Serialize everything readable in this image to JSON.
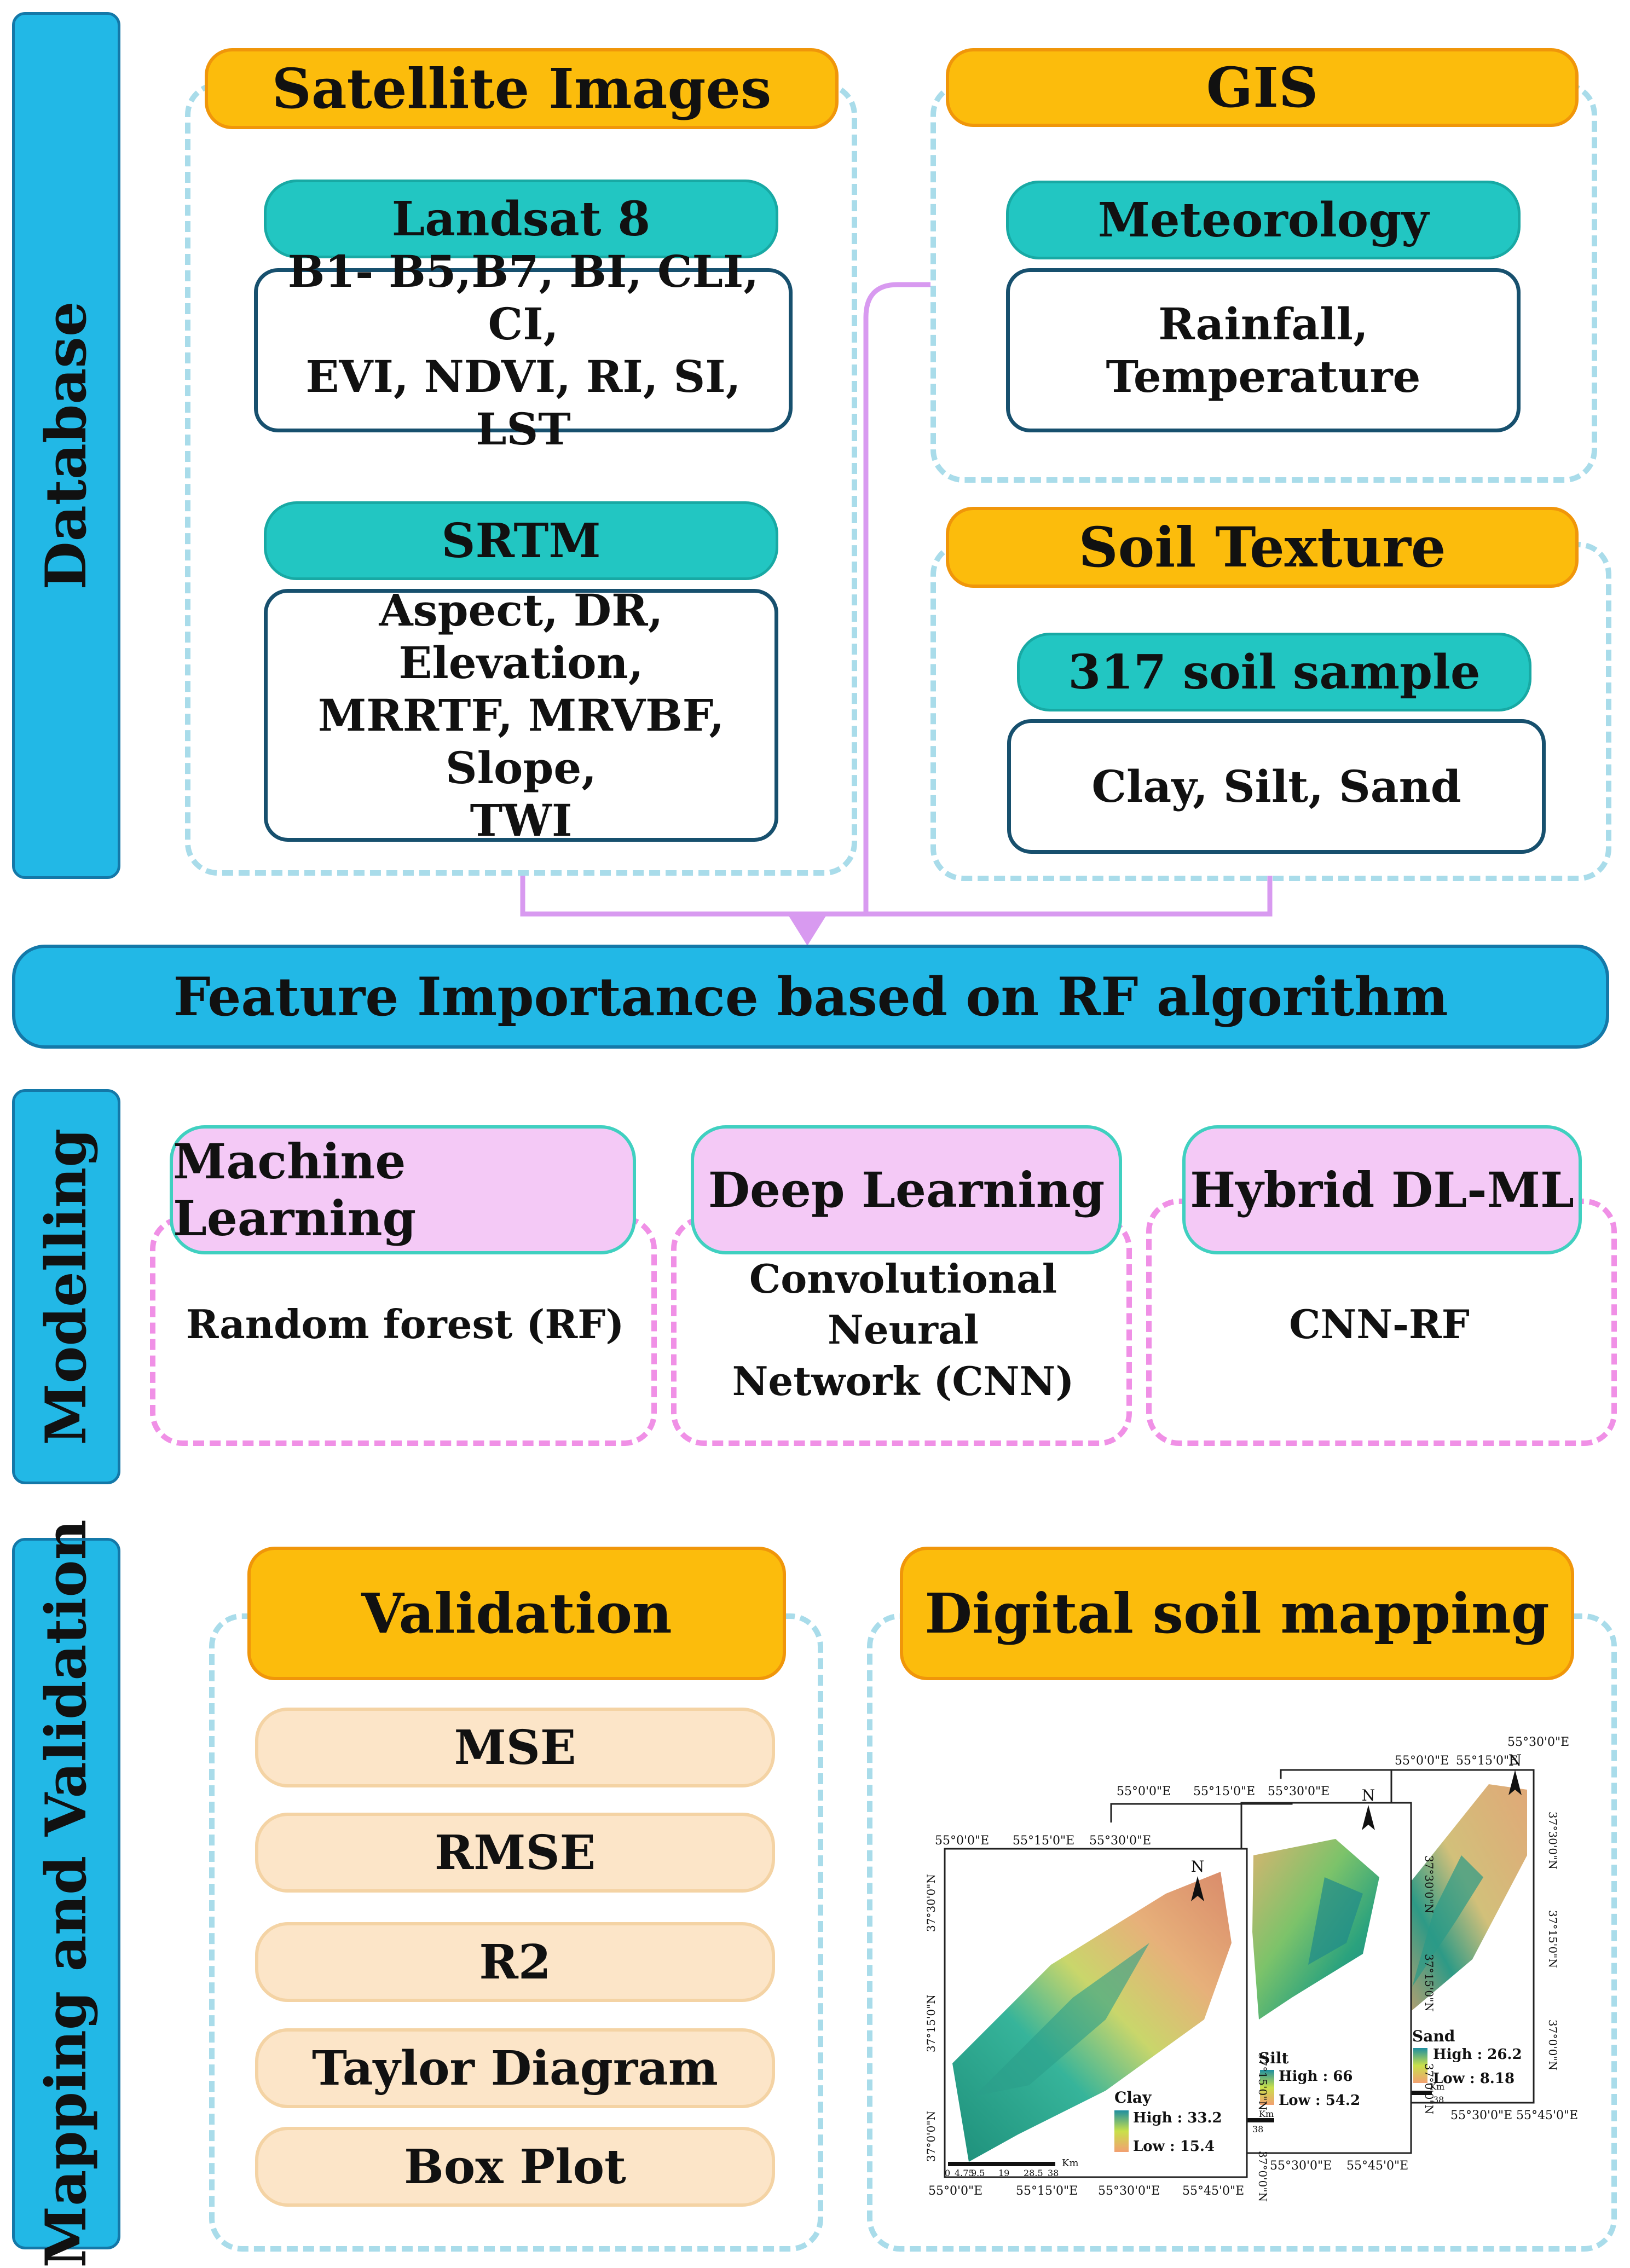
{
  "sidebar": {
    "database": "Database",
    "modelling": "Modelling",
    "mapping": "Mapping and Validation"
  },
  "database": {
    "satellite": {
      "title": "Satellite Images",
      "landsat": {
        "title": "Landsat 8",
        "lines": [
          "B1- B5,B7, BI, CLI, CI,",
          "EVI, NDVI, RI, SI, LST"
        ]
      },
      "srtm": {
        "title": "SRTM",
        "lines": [
          "Aspect, DR, Elevation,",
          "MRRTF, MRVBF, Slope,",
          "TWI"
        ]
      }
    },
    "gis": {
      "title": "GIS",
      "meteorology": {
        "title": "Meteorology",
        "text": "Rainfall, Temperature"
      }
    },
    "soil": {
      "title": "Soil Texture",
      "samples": {
        "title": "317 soil sample",
        "text": "Clay, Silt, Sand"
      }
    }
  },
  "feature_importance": "Feature Importance based on RF algorithm",
  "modelling": [
    {
      "title": "Machine Learning",
      "lines": [
        "Random forest (RF)"
      ]
    },
    {
      "title": "Deep Learning",
      "lines": [
        "Convolutional Neural",
        "Network (CNN)"
      ]
    },
    {
      "title": "Hybrid DL-ML",
      "lines": [
        "CNN-RF"
      ]
    }
  ],
  "validation": {
    "title": "Validation",
    "metrics": [
      "MSE",
      "RMSE",
      "R2",
      "Taylor Diagram",
      "Box Plot"
    ]
  },
  "mapping": {
    "title": "Digital soil mapping",
    "maps": [
      {
        "name": "Clay",
        "high": "High : 33.2",
        "low": "Low : 15.4",
        "top_ticks": [
          "55°0'0\"E",
          "55°15'0\"E",
          "55°30'0\"E"
        ],
        "bottom_ticks": [
          "55°0'0\"E",
          "55°15'0\"E",
          "55°30'0\"E",
          "55°45'0\"E"
        ],
        "left_ticks": [
          "37°30'0\"N",
          "37°15'0\"N",
          "37°0'0\"N"
        ],
        "right_ticks": [
          "37°15'0\"N",
          "37°0'0\"N"
        ],
        "scale": [
          "0",
          "4.75",
          "9.5",
          "19",
          "28.5",
          "38"
        ],
        "unit": "Km"
      },
      {
        "name": "Silt",
        "high": "High : 66",
        "low": "Low : 54.2",
        "top_ticks": [
          "55°0'0\"E",
          "55°15'0\"E",
          "55°30'0\"E"
        ],
        "bottom_ticks": [
          "55°30'0\"E",
          "55°45'0\"E"
        ],
        "right_ticks": [
          "37°30'0\"N",
          "37°15'0\"N",
          "37°0'0\"N"
        ],
        "scale": [
          "38"
        ],
        "unit": "Km"
      },
      {
        "name": "Sand",
        "high": "High : 26.2",
        "low": "Low : 8.18",
        "top_ticks": [
          "55°0'0\"E",
          "55°15'0\"E",
          "55°30'0\"E"
        ],
        "bottom_ticks": [
          "55°30'0\"E",
          "55°45'0\"E"
        ],
        "right_ticks": [
          "37°30'0\"N",
          "37°15'0\"N",
          "37°0'0\"N"
        ],
        "scale": [
          "38"
        ],
        "unit": "Km"
      }
    ],
    "north": "N"
  },
  "colors": {
    "sidebar_blue": "#22b8e6",
    "orange_header": "#fcbc0c",
    "teal_header": "#22c6c2",
    "pink_header": "#f4c9f6",
    "metric_fill": "#fce5c8",
    "connector": "#d89af0"
  }
}
